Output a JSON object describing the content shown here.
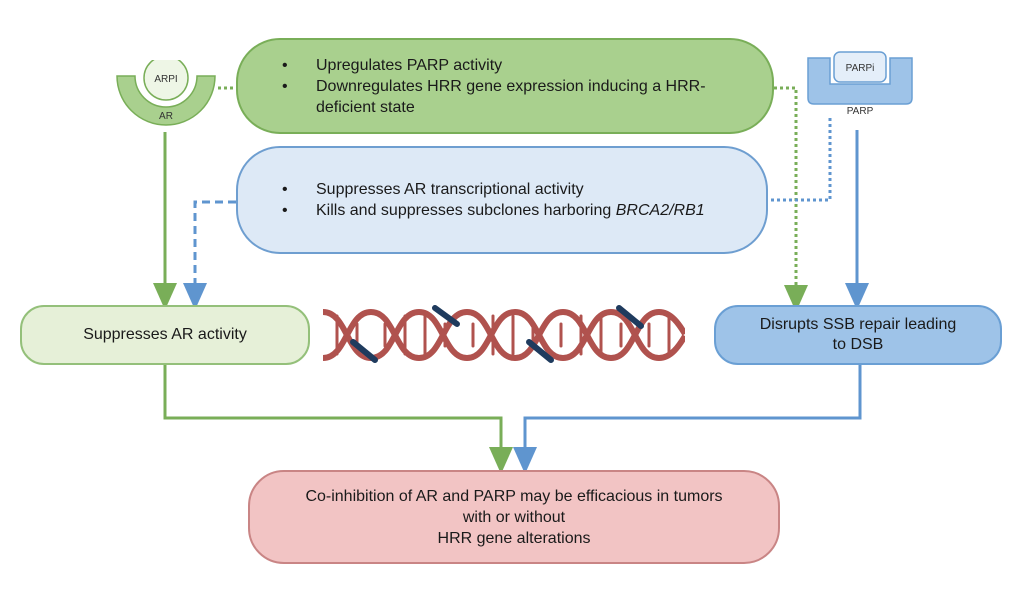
{
  "arpi_icon": {
    "inner_label": "ARPI",
    "outer_label": "AR"
  },
  "parpi_icon": {
    "inner_label": "PARPi",
    "outer_label": "PARP"
  },
  "arpi_effects": {
    "bullets": [
      "Upregulates PARP activity",
      "Downregulates HRR gene expression inducing a HRR-deficient state"
    ]
  },
  "parpi_effects": {
    "bullet1": "Suppresses AR transcriptional activity",
    "bullet2_prefix": "Kills and suppresses subclones harboring ",
    "bullet2_italic": "BRCA2/RB1"
  },
  "suppress_ar": {
    "label": "Suppresses AR activity"
  },
  "ssb_repair": {
    "line1": "Disrupts SSB repair leading",
    "line2": "to DSB"
  },
  "conclusion": {
    "line1": "Co-inhibition of AR and PARP may be efficacious in tumors",
    "line2": "with or without",
    "line3": "HRR gene alterations"
  },
  "colors": {
    "green_fill": "#a9d08e",
    "green_line": "#79ae58",
    "blue_fill": "#dde9f6",
    "blue_line": "#6e9ed0",
    "red_fill": "#f2c4c4",
    "dna_strand": "#b0524e",
    "dna_band": "#1f3b5e"
  }
}
